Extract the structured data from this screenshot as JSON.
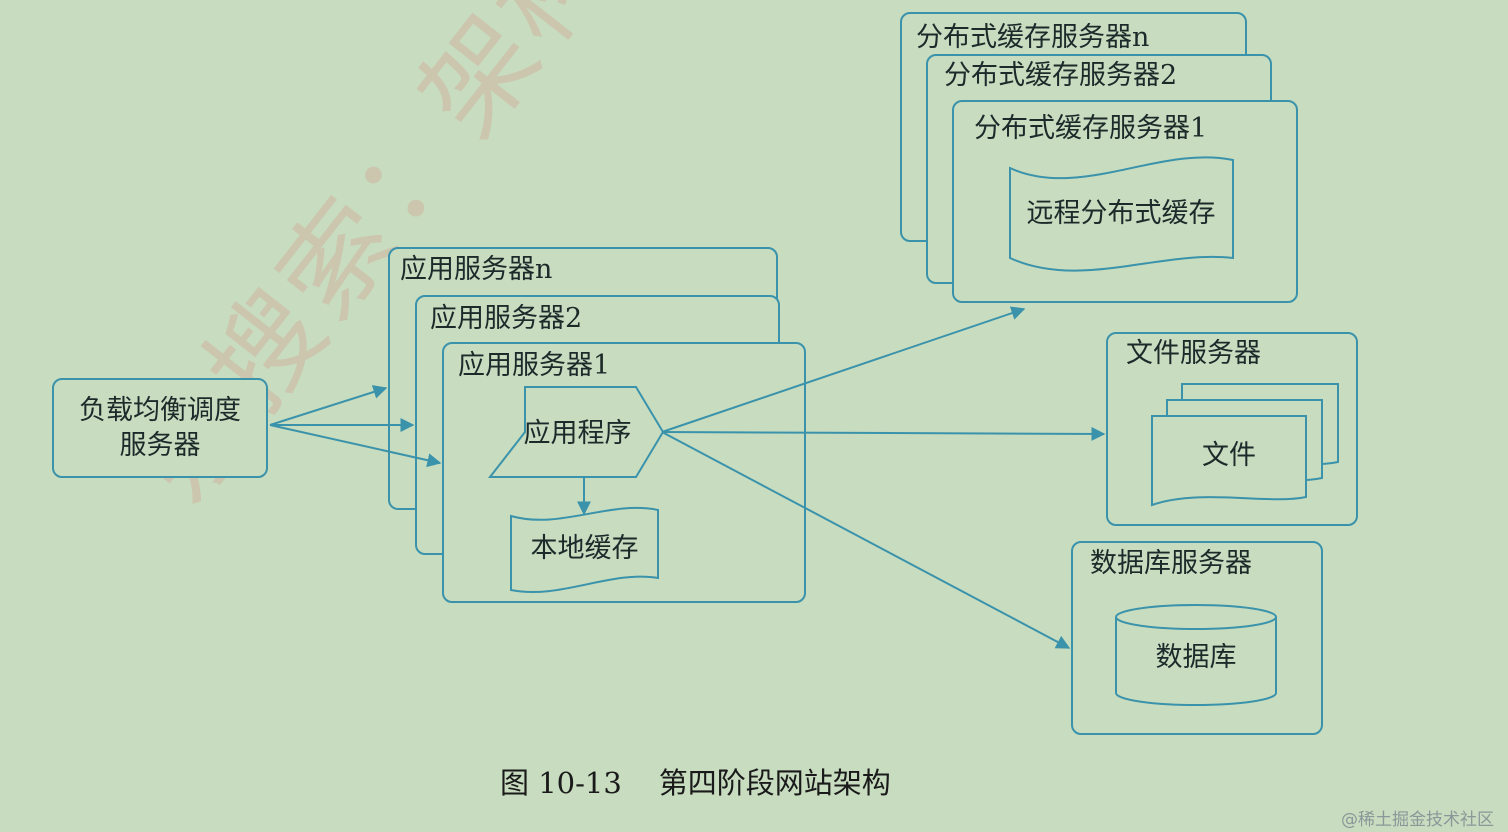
{
  "load_balancer": {
    "line1": "负载均衡调度",
    "line2": "服务器"
  },
  "app_servers": {
    "n": "应用服务器n",
    "s2": "应用服务器2",
    "s1": "应用服务器1",
    "program": "应用程序",
    "local_cache": "本地缓存"
  },
  "cache_servers": {
    "n": "分布式缓存服务器n",
    "s2": "分布式缓存服务器2",
    "s1": "分布式缓存服务器1",
    "remote_cache": "远程分布式缓存"
  },
  "file_server": {
    "title": "文件服务器",
    "files": "文件"
  },
  "db_server": {
    "title": "数据库服务器",
    "db": "数据库"
  },
  "watermark": "宗搜索：架构师系统",
  "caption": "图 10-13    第四阶段网站架构",
  "credit": "@稀土掘金技术社区",
  "colors": {
    "stroke": "#3a93ab",
    "background": "#c8dcc0",
    "text": "#1c2a2a"
  }
}
